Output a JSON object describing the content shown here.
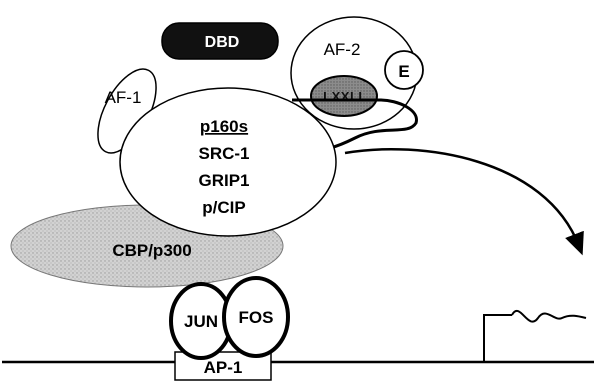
{
  "labels": {
    "dbd": "DBD",
    "af1": "AF-1",
    "af2": "AF-2",
    "e": "E",
    "lxxll": "LXXLL",
    "p160s": "p160s",
    "src1": "SRC-1",
    "grip1": "GRIP1",
    "pcip": "p/CIP",
    "cbp": "CBP/p300",
    "jun": "JUN",
    "fos": "FOS",
    "ap1": "AP-1"
  },
  "colors": {
    "ink": "#000000",
    "dbd_fill": "#111111",
    "lxxll_fill": "#8a8a8a",
    "cbp_fill": "#cfcfcf",
    "background": "#ffffff"
  }
}
